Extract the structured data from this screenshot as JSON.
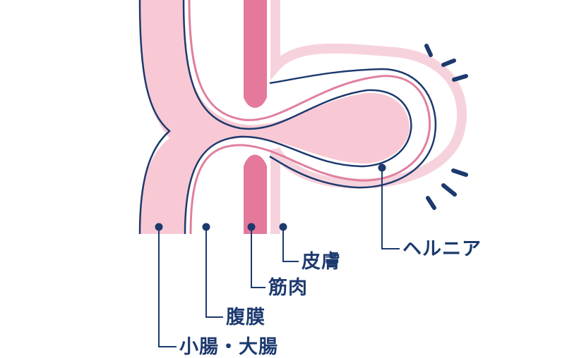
{
  "labels": {
    "intestine": "小腸・大腸",
    "peritoneum": "腹膜",
    "muscle": "筋肉",
    "skin": "皮膚",
    "hernia": "ヘルニア"
  },
  "colors": {
    "navy": "#1d3a6e",
    "light_pink": "#f8c9d4",
    "mid_pink": "#e0809e",
    "muscle_pink": "#e4799b",
    "skin_pink": "#f6d3dc"
  }
}
